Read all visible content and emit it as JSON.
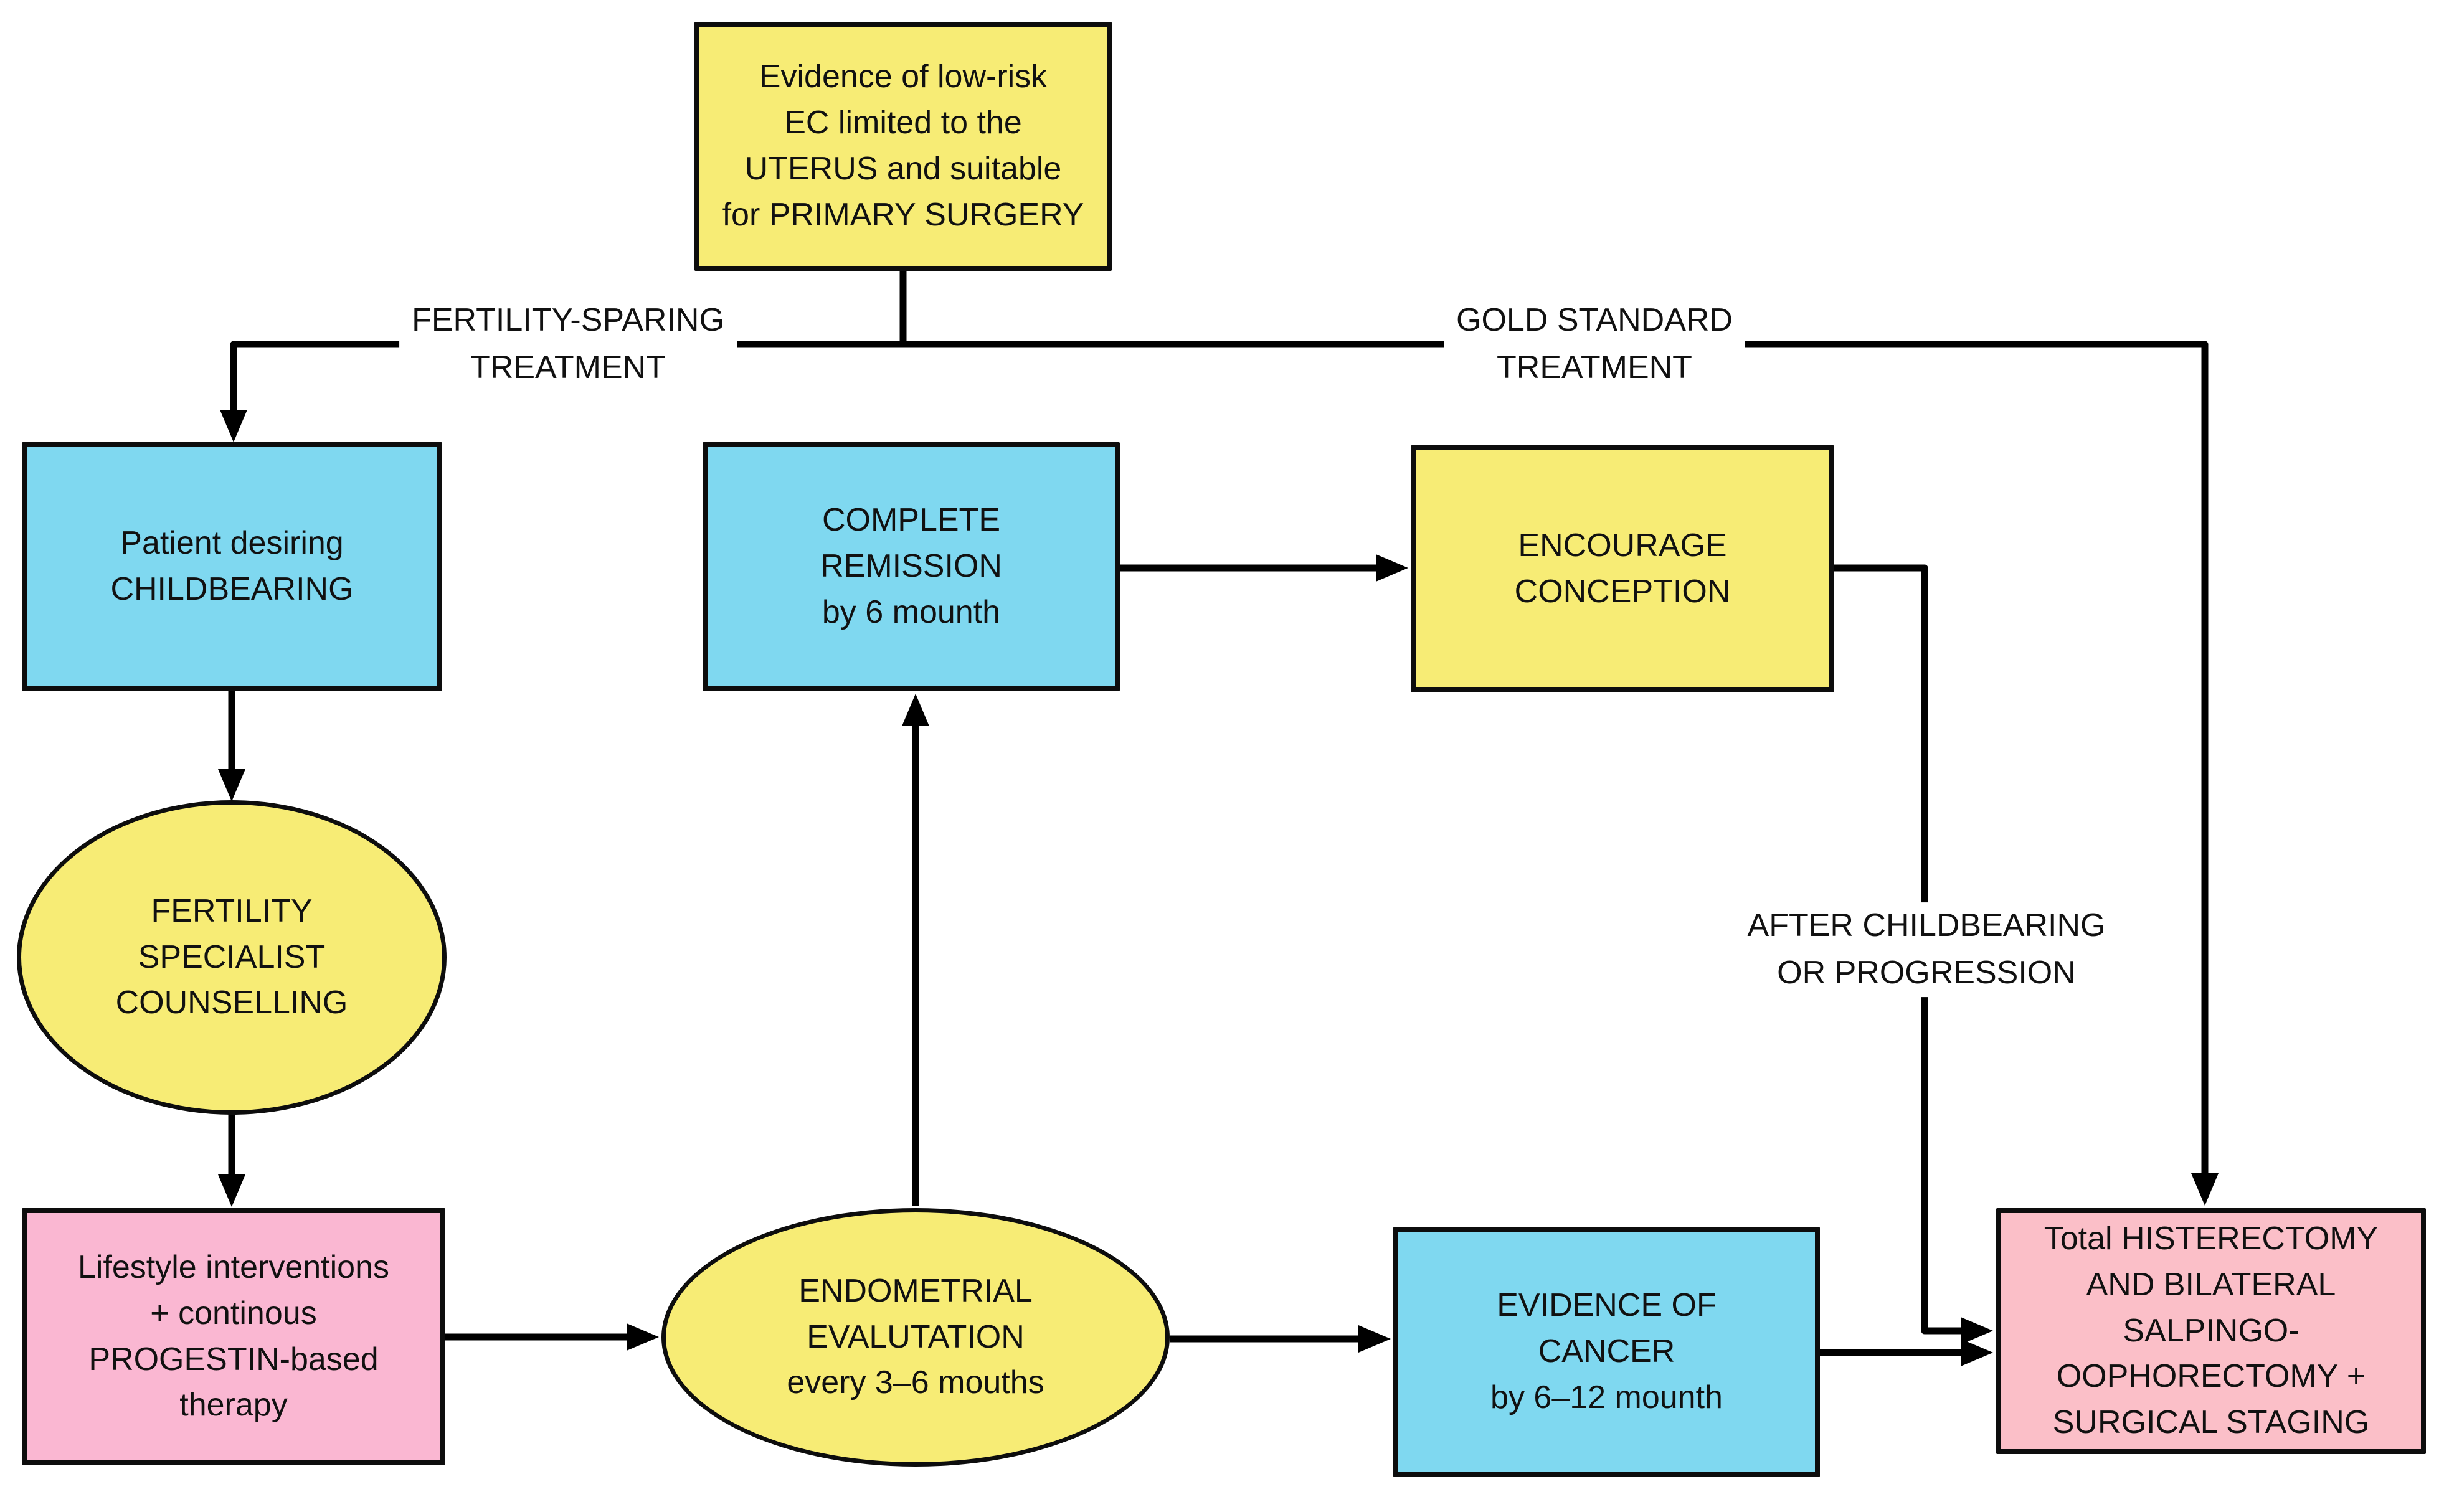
{
  "diagram": {
    "description": "Flowchart of management of low-risk endometrial cancer: fertility-sparing treatment vs gold standard treatment",
    "colors": {
      "node_yellow": "#F7EC75",
      "node_blue": "#7FD8F0",
      "node_pink_left": "#FAB7D2",
      "node_pink_right": "#FBBFC8",
      "line": "#000000",
      "border": "#0d0d0d",
      "background": "#ffffff",
      "text": "#111111"
    },
    "nodes": {
      "evidence": {
        "shape": "rect",
        "fill": "#F7EC75",
        "text": "Evidence of low-risk\nEC limited to the\nUTERUS and suitable\nfor PRIMARY SURGERY"
      },
      "patient": {
        "shape": "rect",
        "fill": "#7FD8F0",
        "text": "Patient desiring\nCHILDBEARING"
      },
      "fertility_counselling": {
        "shape": "ellipse",
        "fill": "#F7EC75",
        "text": "FERTILITY\nSPECIALIST\nCOUNSELLING"
      },
      "lifestyle": {
        "shape": "rect",
        "fill": "#FAB7D2",
        "text": "Lifestyle interventions\n+ continous\nPROGESTIN-based\ntherapy"
      },
      "endometrial_evaluation": {
        "shape": "ellipse",
        "fill": "#F7EC75",
        "text": "ENDOMETRIAL\nEVALUTATION\nevery 3–6 mouths"
      },
      "complete_remission": {
        "shape": "rect",
        "fill": "#7FD8F0",
        "text": "COMPLETE\nREMISSION\nby 6 mounth"
      },
      "encourage_conception": {
        "shape": "rect",
        "fill": "#F7EC75",
        "text": "ENCOURAGE\nCONCEPTION"
      },
      "evidence_of_cancer": {
        "shape": "rect",
        "fill": "#7FD8F0",
        "text": "EVIDENCE OF\nCANCER\nby 6–12 mounth"
      },
      "surgery": {
        "shape": "rect",
        "fill": "#FBBFC8",
        "text": "Total HISTERECTOMY\nAND BILATERAL\nSALPINGO-\nOOPHORECTOMY +\nSURGICAL STAGING"
      }
    },
    "branch_labels": {
      "fertility_sparing": "FERTILITY-SPARING\nTREATMENT",
      "gold_standard": "GOLD STANDARD\nTREATMENT",
      "after_childbearing": "AFTER CHILDBEARING\nOR PROGRESSION"
    }
  }
}
